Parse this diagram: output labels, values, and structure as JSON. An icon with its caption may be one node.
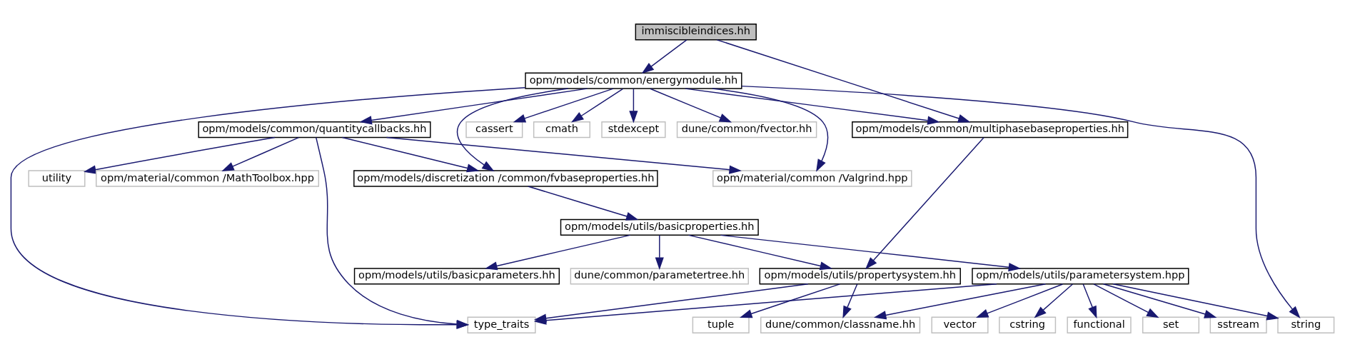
{
  "diagram": {
    "nodes": [
      {
        "text": [
          "immiscibleindices.hh"
        ]
      },
      {
        "text": [
          "opm/models/common/energymodule.hh"
        ]
      },
      {
        "text": [
          "opm/models/common/quantitycallbacks.hh"
        ]
      },
      {
        "text": [
          "opm/material/common /Valgrind.hpp"
        ]
      },
      {
        "text": [
          "utility"
        ]
      },
      {
        "text": [
          "opm/material/common /MathToolbox.hpp"
        ]
      },
      {
        "text": [
          "opm/models/discretization /common/fvbaseproperties.hh"
        ]
      },
      {
        "text": [
          "cassert"
        ]
      },
      {
        "text": [
          "cmath"
        ]
      },
      {
        "text": [
          "stdexcept"
        ]
      },
      {
        "text": [
          "dune/common/fvector.hh"
        ]
      },
      {
        "text": [
          "opm/models/common/multiphasebaseproperties.hh"
        ]
      },
      {
        "text": [
          "opm/models/utils/basicproperties.hh"
        ]
      },
      {
        "text": [
          "dune/common/parametertree.hh"
        ]
      },
      {
        "text": [
          "opm/models/utils/basicparameters.hh"
        ]
      },
      {
        "text": [
          "opm/models/utils/propertysystem.hh"
        ]
      },
      {
        "text": [
          "opm/models/utils/parametersystem.hpp"
        ]
      },
      {
        "text": [
          "type_traits"
        ]
      },
      {
        "text": [
          "tuple"
        ]
      },
      {
        "text": [
          "dune/common/classname.hh"
        ]
      },
      {
        "text": [
          "set"
        ]
      },
      {
        "text": [
          "sstream"
        ]
      },
      {
        "text": [
          "vector"
        ]
      },
      {
        "text": [
          "cstring"
        ]
      },
      {
        "text": [
          "functional"
        ]
      },
      {
        "text": [
          "string"
        ]
      }
    ],
    "edges": [
      {
        "from": 0,
        "to": 1,
        "arrow": "to"
      },
      {
        "from": 0,
        "to": 11,
        "arrow": "to"
      },
      {
        "from": 1,
        "to": 17,
        "arrow": "to"
      },
      {
        "from": 1,
        "to": 3,
        "arrow": "to"
      },
      {
        "from": 1,
        "to": 2,
        "arrow": "to"
      },
      {
        "from": 1,
        "to": 6,
        "arrow": "to"
      },
      {
        "from": 1,
        "to": 7,
        "arrow": "to"
      },
      {
        "from": 1,
        "to": 8,
        "arrow": "to"
      },
      {
        "from": 1,
        "to": 9,
        "arrow": "to"
      },
      {
        "from": 1,
        "to": 10,
        "arrow": "to"
      },
      {
        "from": 1,
        "to": 11,
        "arrow": "to"
      },
      {
        "from": 1,
        "to": 25,
        "arrow": "to"
      },
      {
        "from": 2,
        "to": 3,
        "arrow": "to"
      },
      {
        "from": 2,
        "to": 4,
        "arrow": "to"
      },
      {
        "from": 2,
        "to": 5,
        "arrow": "to"
      },
      {
        "from": 2,
        "to": 6,
        "arrow": "to"
      },
      {
        "from": 2,
        "to": 17,
        "arrow": "to"
      },
      {
        "from": 6,
        "to": 12,
        "arrow": "to"
      },
      {
        "from": 11,
        "to": 15,
        "arrow": "to"
      },
      {
        "from": 12,
        "to": 13,
        "arrow": "to"
      },
      {
        "from": 12,
        "to": 14,
        "arrow": "to"
      },
      {
        "from": 12,
        "to": 15,
        "arrow": "to"
      },
      {
        "from": 12,
        "to": 16,
        "arrow": "to"
      },
      {
        "from": 15,
        "to": 17,
        "arrow": "to"
      },
      {
        "from": 15,
        "to": 18,
        "arrow": "to"
      },
      {
        "from": 15,
        "to": 19,
        "arrow": "to"
      },
      {
        "from": 16,
        "to": 17,
        "arrow": "to"
      },
      {
        "from": 16,
        "to": 19,
        "arrow": "to"
      },
      {
        "from": 16,
        "to": 20,
        "arrow": "to"
      },
      {
        "from": 16,
        "to": 21,
        "arrow": "to"
      },
      {
        "from": 16,
        "to": 22,
        "arrow": "to"
      },
      {
        "from": 16,
        "to": 23,
        "arrow": "to"
      },
      {
        "from": 16,
        "to": 24,
        "arrow": "to"
      },
      {
        "from": 16,
        "to": 25,
        "arrow": "to"
      }
    ]
  }
}
